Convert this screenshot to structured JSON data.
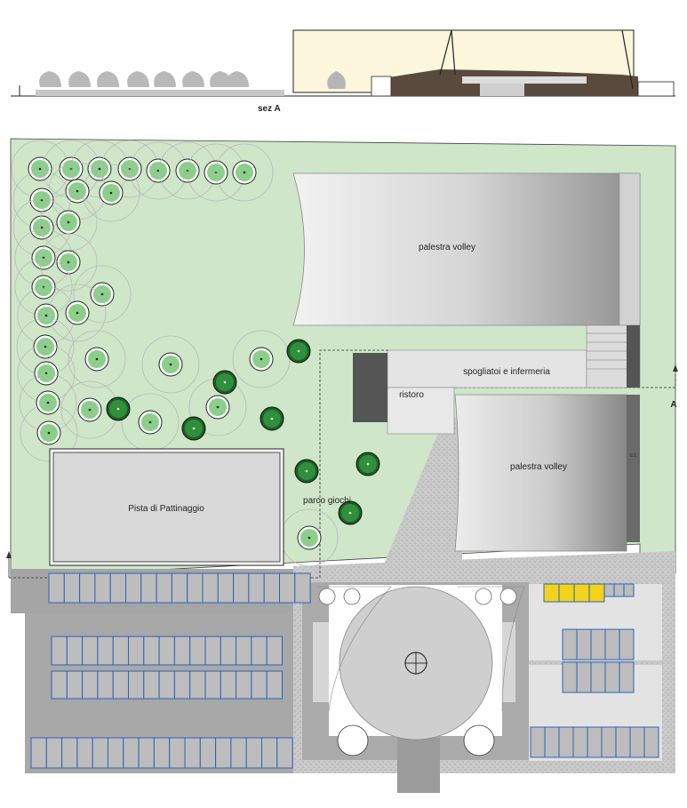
{
  "section": {
    "label": "sez A"
  },
  "labels": {
    "gym_top": "palestra volley",
    "gym_bottom": "palestra volley",
    "changing_rooms": "spogliatoi e infermeria",
    "restaurant": "ristoro",
    "skating_rink": "Pista di Pattinaggio",
    "playground": "parco giochi",
    "tech_room": "c.t.",
    "section_marker": "A"
  },
  "colors": {
    "grass": "#cfe6c9",
    "paving": "#a3a3a3",
    "building_light": "#e6e6e6",
    "building_dark": "#9a9a9a",
    "building_roof": "#5a4a3d",
    "tree_light": "#8bcf8b",
    "tree_dark": "#2f8f3a",
    "parking_stripe": "#2c63b8",
    "sky": "#fbf6dc",
    "handicap_parking": "#f2d21b"
  }
}
